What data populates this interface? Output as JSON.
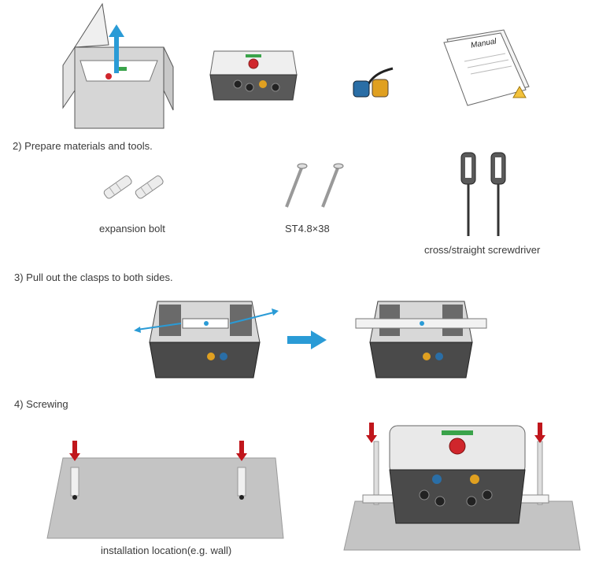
{
  "steps": {
    "step2": "2) Prepare materials and tools.",
    "step3": "3) Pull out the clasps to both sides.",
    "step4": "4) Screwing"
  },
  "captions": {
    "expansion_bolt": "expansion bolt",
    "screw": "ST4.8×38",
    "screwdriver": "cross/straight screwdriver",
    "installation": "installation location(e.g. wall)"
  },
  "manual": {
    "title": "Manual"
  },
  "colors": {
    "arrow_blue": "#2a9bd6",
    "arrow_red": "#c0161c",
    "plate": "#c4c4c4",
    "device_body": "#e9e9e9",
    "device_base": "#4a4a4a"
  }
}
